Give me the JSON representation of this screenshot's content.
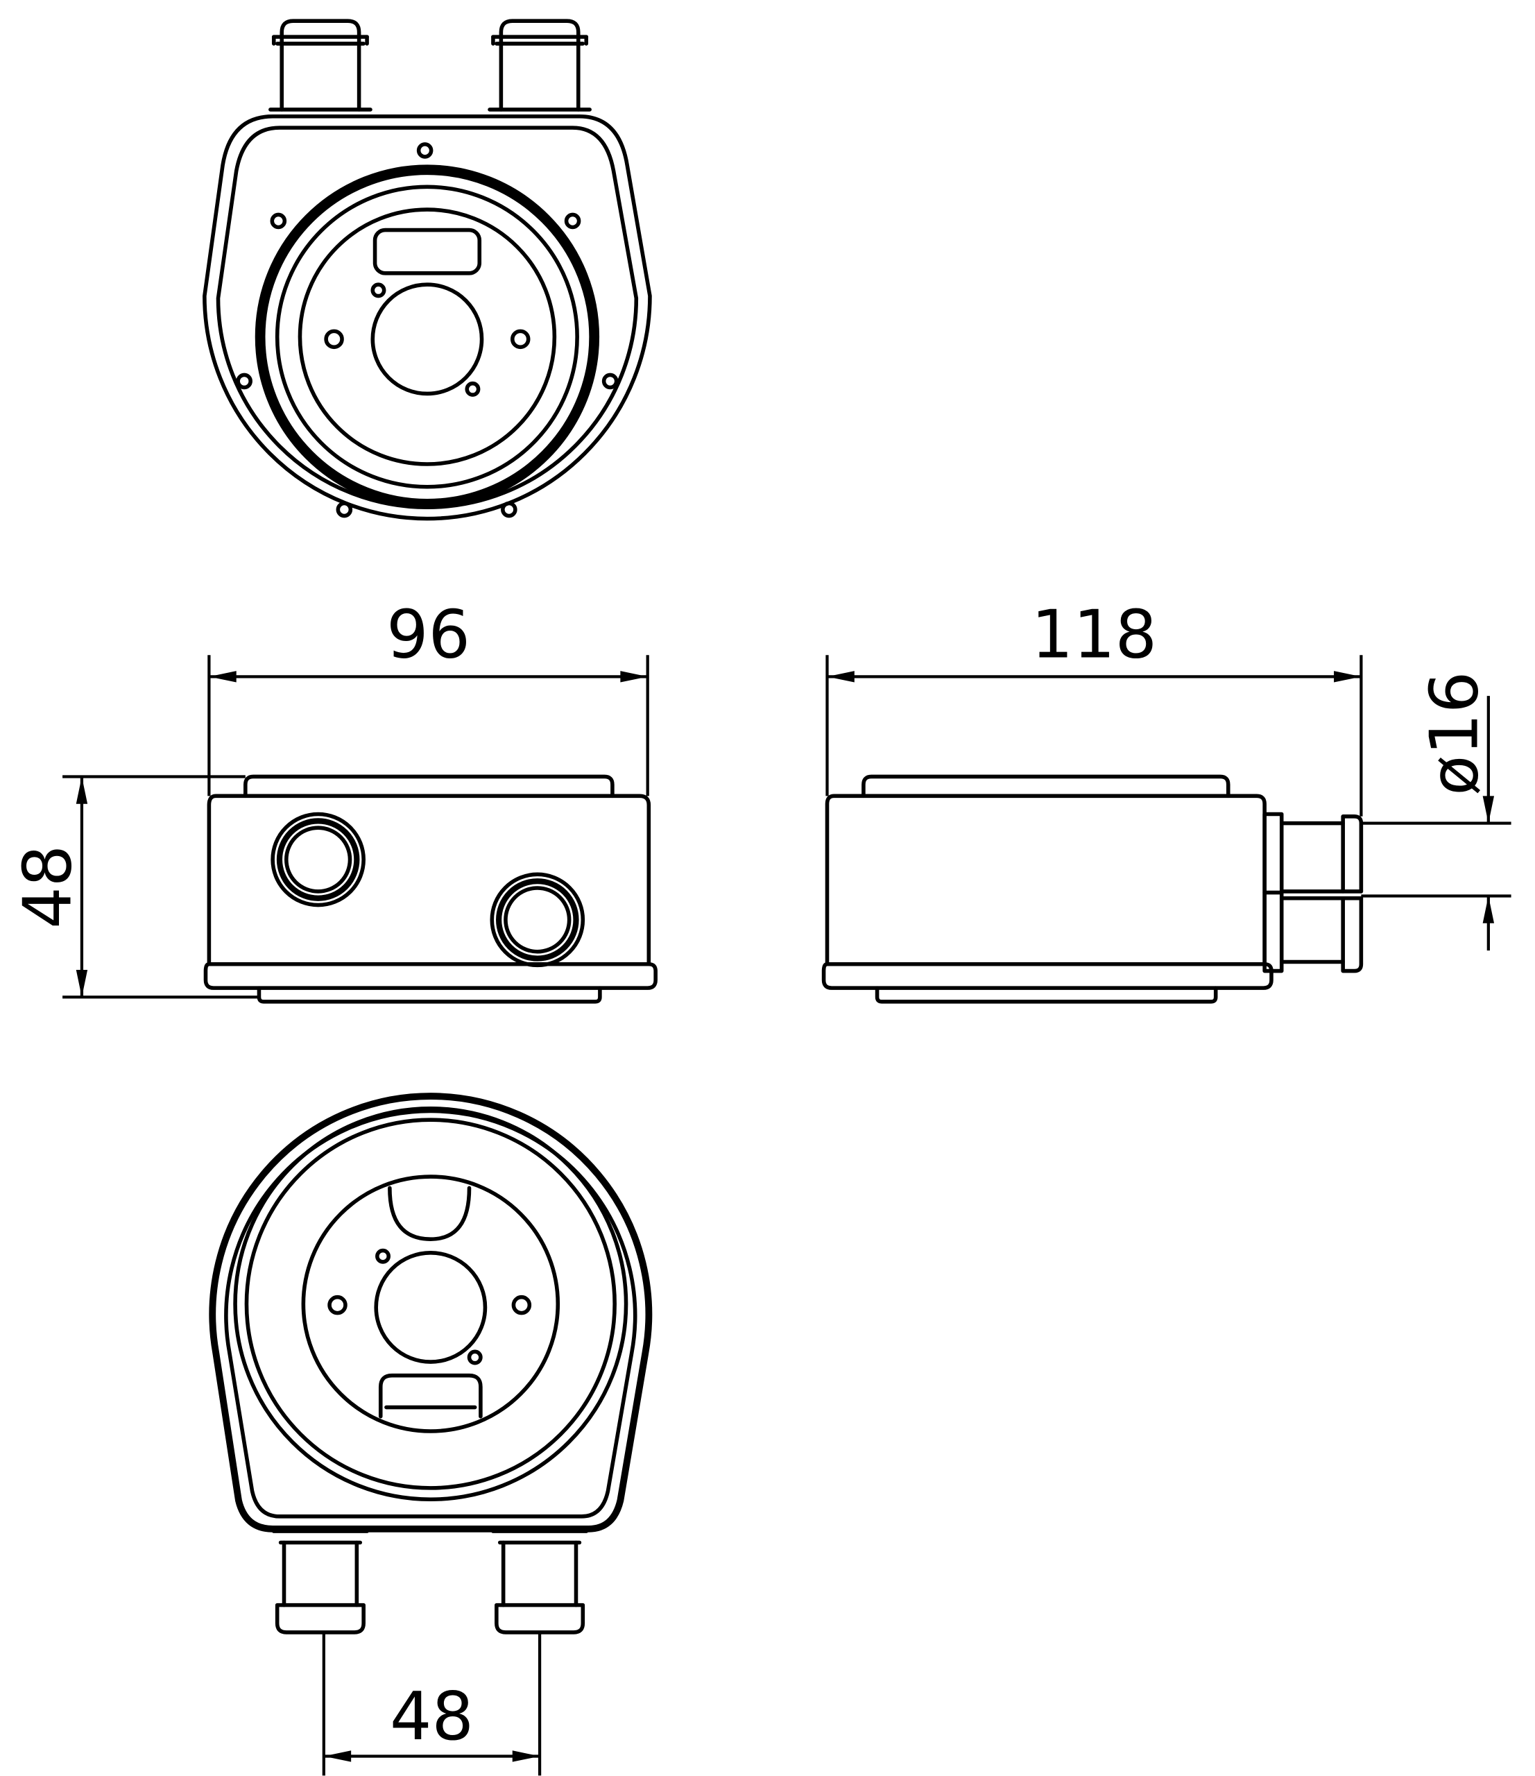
{
  "dimensions": {
    "width_front": "96",
    "height_front": "48",
    "length_side": "118",
    "pipe_diameter": "ø16",
    "pipe_spacing": "48"
  },
  "colors": {
    "line": "#000000",
    "background": "#ffffff"
  }
}
